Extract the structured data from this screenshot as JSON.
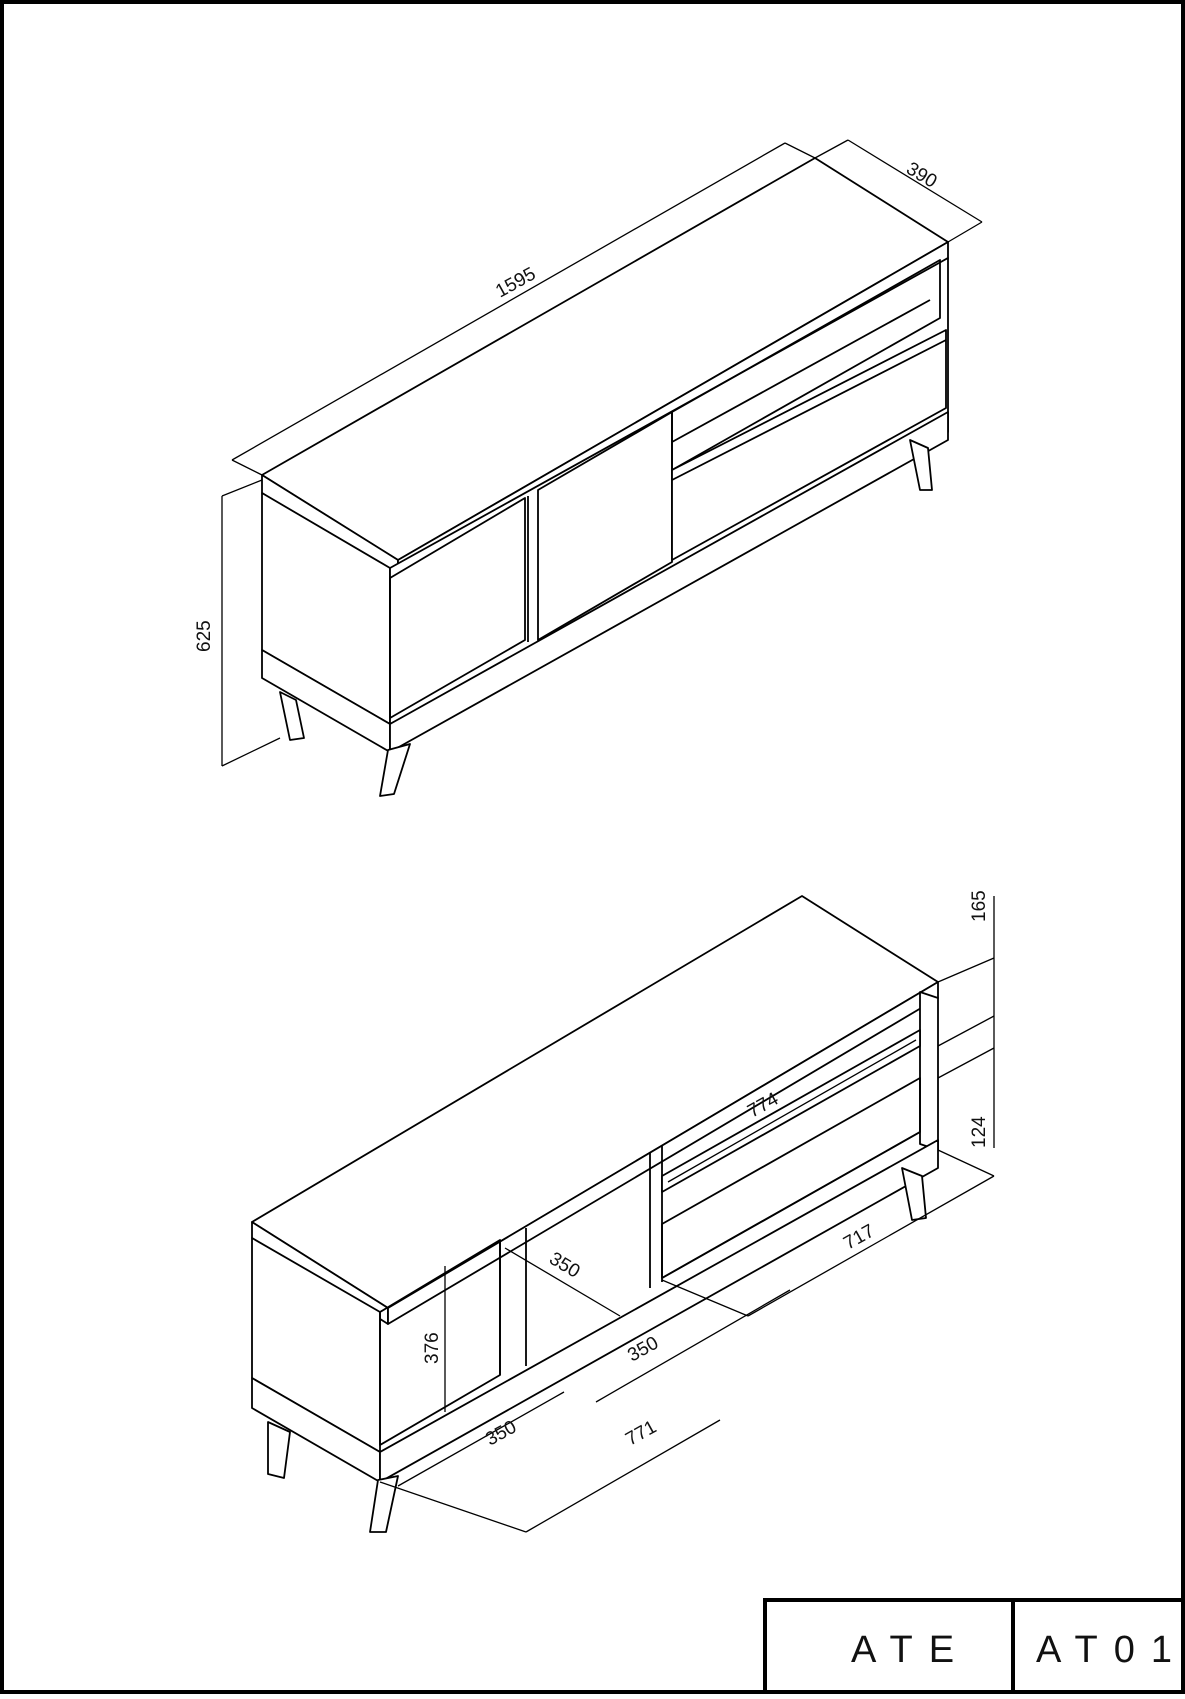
{
  "drawing": {
    "top_view": {
      "dimensions": {
        "width": "1595",
        "depth": "390",
        "height": "625"
      }
    },
    "bottom_view": {
      "dimensions": {
        "shelf_height_top": "165",
        "shelf_height_bottom": "124",
        "inner_shelf_width": "774",
        "drawer_width": "717",
        "compartment_depth": "350",
        "compartment_width_middle": "350",
        "compartment_width_left": "350",
        "door_height": "376",
        "left_section_width": "771"
      }
    }
  },
  "title_block": {
    "brand": "ATE",
    "code": "AT01"
  }
}
